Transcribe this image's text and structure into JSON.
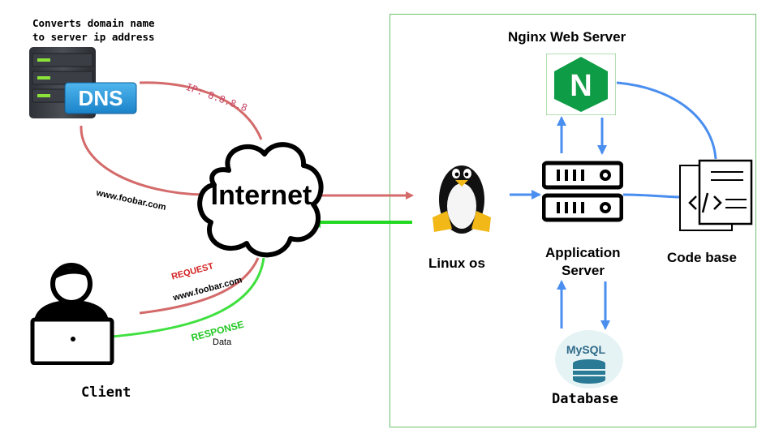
{
  "dns": {
    "description": "Converts domain name\nto server ip address",
    "icon_label": "DNS",
    "ip_label": "IP: 8.8.8.8"
  },
  "internet": {
    "label": "Internet",
    "domain_label": "www.foobar.com"
  },
  "client": {
    "label": "Client",
    "request_label": "REQUEST",
    "request_domain": "www.foobar.com",
    "response_label": "RESPONSE",
    "response_data": "Data"
  },
  "server": {
    "title": "Nginx Web Server",
    "linux_label": "Linux os",
    "app_server_label_line1": "Application",
    "app_server_label_line2": "Server",
    "codebase_label": "Code base",
    "database_label": "Database",
    "mysql_label": "MySQL",
    "nginx_letter": "N"
  },
  "colors": {
    "dns_line": "#d46a6a",
    "request_line": "#d46a6a",
    "response_line": "#3fd83f",
    "server_flow": "#4a8ef0",
    "border": "#6cc26c",
    "nginx": "#0f9c46",
    "request_text": "#d42020",
    "response_text": "#22c722"
  }
}
